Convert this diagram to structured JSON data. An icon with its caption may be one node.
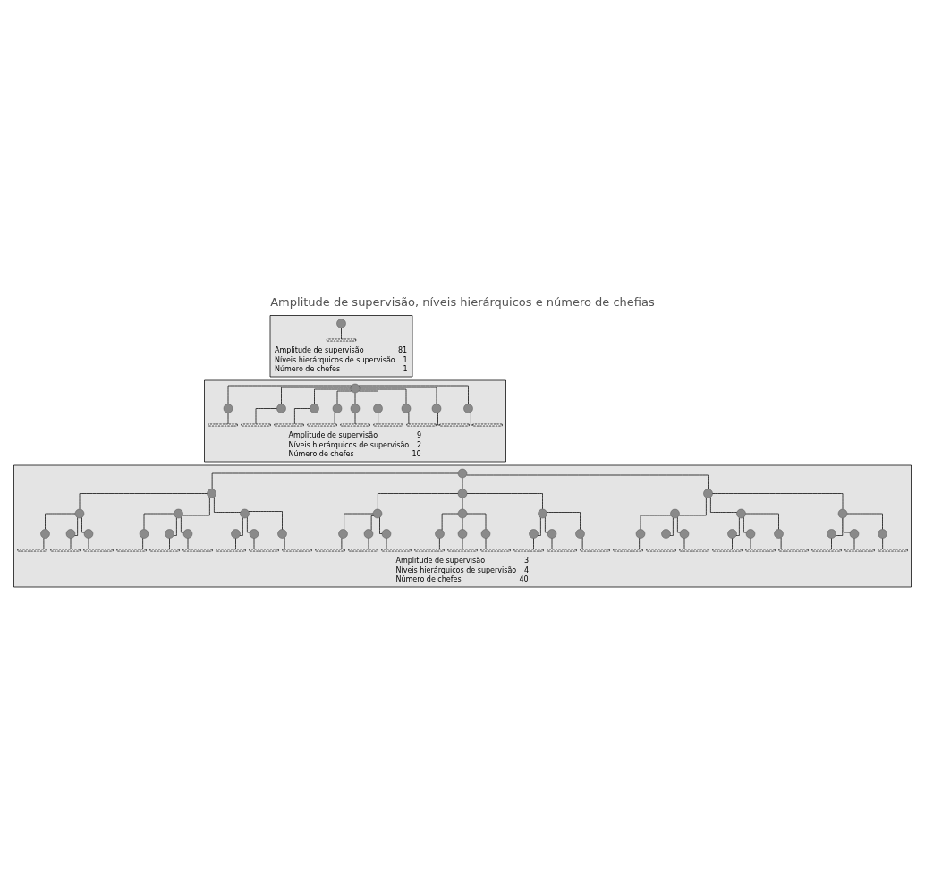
{
  "diagram": {
    "title": "Amplitude de supervisão, níveis hierárquicos e número de chefias",
    "nodes": [
      {
        "text": [
          "Amplitude de supervisão",
          "81",
          "Níveis hierárquicos de supervisão",
          "1",
          "Número de chefes",
          "1"
        ]
      },
      {
        "text": [],
        "shape": "circle",
        "in": 0
      },
      {
        "text": [],
        "shape": "bar",
        "in": 0
      },
      {
        "text": [
          "Amplitude de supervisão",
          "9",
          "Níveis hierárquicos de supervisão",
          "2",
          "Número de chefes",
          "10"
        ]
      },
      {
        "text": [],
        "shape": "circle",
        "in": 3
      },
      {
        "text": [],
        "shape": "circle",
        "in": 3
      },
      {
        "text": [],
        "shape": "circle",
        "in": 3
      },
      {
        "text": [],
        "shape": "circle",
        "in": 3
      },
      {
        "text": [],
        "shape": "circle",
        "in": 3
      },
      {
        "text": [],
        "shape": "circle",
        "in": 3
      },
      {
        "text": [],
        "shape": "circle",
        "in": 3
      },
      {
        "text": [],
        "shape": "circle",
        "in": 3
      },
      {
        "text": [],
        "shape": "circle",
        "in": 3
      },
      {
        "text": [],
        "shape": "circle",
        "in": 3
      },
      {
        "text": [],
        "shape": "bar",
        "in": 3
      },
      {
        "text": [],
        "shape": "bar",
        "in": 3
      },
      {
        "text": [],
        "shape": "bar",
        "in": 3
      },
      {
        "text": [],
        "shape": "bar",
        "in": 3
      },
      {
        "text": [],
        "shape": "bar",
        "in": 3
      },
      {
        "text": [],
        "shape": "bar",
        "in": 3
      },
      {
        "text": [],
        "shape": "bar",
        "in": 3
      },
      {
        "text": [],
        "shape": "bar",
        "in": 3
      },
      {
        "text": [],
        "shape": "bar",
        "in": 3
      },
      {
        "text": [
          "Amplitude de supervisão",
          "3",
          "Níveis hierárquicos de supervisão",
          "4",
          "Número de chefes",
          "40"
        ]
      },
      {
        "text": [],
        "shape": "circle",
        "in": 23
      },
      {
        "text": [],
        "shape": "circle",
        "in": 23
      },
      {
        "text": [],
        "shape": "circle",
        "in": 23
      },
      {
        "text": [],
        "shape": "circle",
        "in": 23
      },
      {
        "text": [],
        "shape": "circle",
        "in": 23
      },
      {
        "text": [],
        "shape": "circle",
        "in": 23
      },
      {
        "text": [],
        "shape": "circle",
        "in": 23
      },
      {
        "text": [],
        "shape": "circle",
        "in": 23
      },
      {
        "text": [],
        "shape": "circle",
        "in": 23
      },
      {
        "text": [],
        "shape": "circle",
        "in": 23
      },
      {
        "text": [],
        "shape": "circle",
        "in": 23
      },
      {
        "text": [],
        "shape": "circle",
        "in": 23
      },
      {
        "text": [],
        "shape": "circle",
        "in": 23
      },
      {
        "text": [],
        "shape": "circle",
        "in": 23
      },
      {
        "text": [],
        "shape": "circle",
        "in": 23
      },
      {
        "text": [],
        "shape": "circle",
        "in": 23
      },
      {
        "text": [],
        "shape": "circle",
        "in": 23
      },
      {
        "text": [],
        "shape": "circle",
        "in": 23
      },
      {
        "text": [],
        "shape": "circle",
        "in": 23
      },
      {
        "text": [],
        "shape": "circle",
        "in": 23
      },
      {
        "text": [],
        "shape": "circle",
        "in": 23
      },
      {
        "text": [],
        "shape": "circle",
        "in": 23
      },
      {
        "text": [],
        "shape": "circle",
        "in": 23
      },
      {
        "text": [],
        "shape": "circle",
        "in": 23
      },
      {
        "text": [],
        "shape": "circle",
        "in": 23
      },
      {
        "text": [],
        "shape": "circle",
        "in": 23
      },
      {
        "text": [],
        "shape": "circle",
        "in": 23
      },
      {
        "text": [],
        "shape": "circle",
        "in": 23
      },
      {
        "text": [],
        "shape": "circle",
        "in": 23
      },
      {
        "text": [],
        "shape": "circle",
        "in": 23
      },
      {
        "text": [],
        "shape": "circle",
        "in": 23
      },
      {
        "text": [],
        "shape": "circle",
        "in": 23
      },
      {
        "text": [],
        "shape": "circle",
        "in": 23
      },
      {
        "text": [],
        "shape": "circle",
        "in": 23
      },
      {
        "text": [],
        "shape": "circle",
        "in": 23
      },
      {
        "text": [],
        "shape": "circle",
        "in": 23
      },
      {
        "text": [],
        "shape": "circle",
        "in": 23
      },
      {
        "text": [],
        "shape": "circle",
        "in": 23
      },
      {
        "text": [],
        "shape": "circle",
        "in": 23
      },
      {
        "text": [],
        "shape": "circle",
        "in": 23
      },
      {
        "text": [],
        "shape": "bar",
        "in": 23
      },
      {
        "text": [],
        "shape": "bar",
        "in": 23
      },
      {
        "text": [],
        "shape": "bar",
        "in": 23
      },
      {
        "text": [],
        "shape": "bar",
        "in": 23
      },
      {
        "text": [],
        "shape": "bar",
        "in": 23
      },
      {
        "text": [],
        "shape": "bar",
        "in": 23
      },
      {
        "text": [],
        "shape": "bar",
        "in": 23
      },
      {
        "text": [],
        "shape": "bar",
        "in": 23
      },
      {
        "text": [],
        "shape": "bar",
        "in": 23
      },
      {
        "text": [],
        "shape": "bar",
        "in": 23
      },
      {
        "text": [],
        "shape": "bar",
        "in": 23
      },
      {
        "text": [],
        "shape": "bar",
        "in": 23
      },
      {
        "text": [],
        "shape": "bar",
        "in": 23
      },
      {
        "text": [],
        "shape": "bar",
        "in": 23
      },
      {
        "text": [],
        "shape": "bar",
        "in": 23
      },
      {
        "text": [],
        "shape": "bar",
        "in": 23
      },
      {
        "text": [],
        "shape": "bar",
        "in": 23
      },
      {
        "text": [],
        "shape": "bar",
        "in": 23
      },
      {
        "text": [],
        "shape": "bar",
        "in": 23
      },
      {
        "text": [],
        "shape": "bar",
        "in": 23
      },
      {
        "text": [],
        "shape": "bar",
        "in": 23
      },
      {
        "text": [],
        "shape": "bar",
        "in": 23
      },
      {
        "text": [],
        "shape": "bar",
        "in": 23
      },
      {
        "text": [],
        "shape": "bar",
        "in": 23
      },
      {
        "text": [],
        "shape": "bar",
        "in": 23
      },
      {
        "text": [],
        "shape": "bar",
        "in": 23
      },
      {
        "text": [],
        "shape": "bar",
        "in": 23
      }
    ],
    "edges": [
      {
        "from": 1,
        "to": 2,
        "arrow": "none"
      },
      {
        "from": 4,
        "to": 5,
        "arrow": "none"
      },
      {
        "from": 4,
        "to": 6,
        "arrow": "none"
      },
      {
        "from": 4,
        "to": 7,
        "arrow": "none"
      },
      {
        "from": 4,
        "to": 8,
        "arrow": "none"
      },
      {
        "from": 4,
        "to": 9,
        "arrow": "none"
      },
      {
        "from": 4,
        "to": 10,
        "arrow": "none"
      },
      {
        "from": 4,
        "to": 11,
        "arrow": "none"
      },
      {
        "from": 4,
        "to": 12,
        "arrow": "none"
      },
      {
        "from": 4,
        "to": 13,
        "arrow": "none"
      },
      {
        "from": 5,
        "to": 14,
        "arrow": "none"
      },
      {
        "from": 6,
        "to": 15,
        "arrow": "none"
      },
      {
        "from": 7,
        "to": 16,
        "arrow": "none"
      },
      {
        "from": 8,
        "to": 17,
        "arrow": "none"
      },
      {
        "from": 9,
        "to": 18,
        "arrow": "none"
      },
      {
        "from": 10,
        "to": 19,
        "arrow": "none"
      },
      {
        "from": 11,
        "to": 20,
        "arrow": "none"
      },
      {
        "from": 12,
        "to": 21,
        "arrow": "none"
      },
      {
        "from": 13,
        "to": 22,
        "arrow": "none"
      },
      {
        "from": 24,
        "to": 25,
        "arrow": "none"
      },
      {
        "from": 24,
        "to": 26,
        "arrow": "none"
      },
      {
        "from": 24,
        "to": 27,
        "arrow": "none"
      },
      {
        "from": 25,
        "to": 28,
        "arrow": "none"
      },
      {
        "from": 25,
        "to": 29,
        "arrow": "none"
      },
      {
        "from": 25,
        "to": 30,
        "arrow": "none"
      },
      {
        "from": 26,
        "to": 31,
        "arrow": "none"
      },
      {
        "from": 26,
        "to": 32,
        "arrow": "none"
      },
      {
        "from": 26,
        "to": 33,
        "arrow": "none"
      },
      {
        "from": 27,
        "to": 34,
        "arrow": "none"
      },
      {
        "from": 27,
        "to": 35,
        "arrow": "none"
      },
      {
        "from": 27,
        "to": 36,
        "arrow": "none"
      },
      {
        "from": 28,
        "to": 37,
        "arrow": "none"
      },
      {
        "from": 28,
        "to": 38,
        "arrow": "none"
      },
      {
        "from": 28,
        "to": 39,
        "arrow": "none"
      },
      {
        "from": 29,
        "to": 40,
        "arrow": "none"
      },
      {
        "from": 29,
        "to": 41,
        "arrow": "none"
      },
      {
        "from": 29,
        "to": 42,
        "arrow": "none"
      },
      {
        "from": 30,
        "to": 43,
        "arrow": "none"
      },
      {
        "from": 30,
        "to": 44,
        "arrow": "none"
      },
      {
        "from": 30,
        "to": 45,
        "arrow": "none"
      },
      {
        "from": 31,
        "to": 46,
        "arrow": "none"
      },
      {
        "from": 31,
        "to": 47,
        "arrow": "none"
      },
      {
        "from": 31,
        "to": 48,
        "arrow": "none"
      },
      {
        "from": 32,
        "to": 49,
        "arrow": "none"
      },
      {
        "from": 32,
        "to": 50,
        "arrow": "none"
      },
      {
        "from": 32,
        "to": 51,
        "arrow": "none"
      },
      {
        "from": 33,
        "to": 52,
        "arrow": "none"
      },
      {
        "from": 33,
        "to": 53,
        "arrow": "none"
      },
      {
        "from": 33,
        "to": 54,
        "arrow": "none"
      },
      {
        "from": 34,
        "to": 55,
        "arrow": "none"
      },
      {
        "from": 34,
        "to": 56,
        "arrow": "none"
      },
      {
        "from": 34,
        "to": 57,
        "arrow": "none"
      },
      {
        "from": 35,
        "to": 58,
        "arrow": "none"
      },
      {
        "from": 35,
        "to": 59,
        "arrow": "none"
      },
      {
        "from": 35,
        "to": 60,
        "arrow": "none"
      },
      {
        "from": 36,
        "to": 61,
        "arrow": "none"
      },
      {
        "from": 36,
        "to": 62,
        "arrow": "none"
      },
      {
        "from": 36,
        "to": 63,
        "arrow": "none"
      },
      {
        "from": 37,
        "to": 64,
        "arrow": "none"
      },
      {
        "from": 38,
        "to": 65,
        "arrow": "none"
      },
      {
        "from": 39,
        "to": 66,
        "arrow": "none"
      },
      {
        "from": 40,
        "to": 67,
        "arrow": "none"
      },
      {
        "from": 41,
        "to": 68,
        "arrow": "none"
      },
      {
        "from": 42,
        "to": 69,
        "arrow": "none"
      },
      {
        "from": 43,
        "to": 70,
        "arrow": "none"
      },
      {
        "from": 44,
        "to": 71,
        "arrow": "none"
      },
      {
        "from": 45,
        "to": 72,
        "arrow": "none"
      },
      {
        "from": 46,
        "to": 73,
        "arrow": "none"
      },
      {
        "from": 47,
        "to": 74,
        "arrow": "none"
      },
      {
        "from": 48,
        "to": 75,
        "arrow": "none"
      },
      {
        "from": 49,
        "to": 76,
        "arrow": "none"
      },
      {
        "from": 50,
        "to": 77,
        "arrow": "none"
      },
      {
        "from": 51,
        "to": 78,
        "arrow": "none"
      },
      {
        "from": 52,
        "to": 79,
        "arrow": "none"
      },
      {
        "from": 53,
        "to": 80,
        "arrow": "none"
      },
      {
        "from": 54,
        "to": 81,
        "arrow": "none"
      },
      {
        "from": 55,
        "to": 82,
        "arrow": "none"
      },
      {
        "from": 56,
        "to": 83,
        "arrow": "none"
      },
      {
        "from": 57,
        "to": 84,
        "arrow": "none"
      },
      {
        "from": 58,
        "to": 85,
        "arrow": "none"
      },
      {
        "from": 59,
        "to": 86,
        "arrow": "none"
      },
      {
        "from": 60,
        "to": 87,
        "arrow": "none"
      },
      {
        "from": 61,
        "to": 88,
        "arrow": "none"
      },
      {
        "from": 62,
        "to": 89,
        "arrow": "none"
      },
      {
        "from": 63,
        "to": 90,
        "arrow": "none"
      }
    ]
  }
}
